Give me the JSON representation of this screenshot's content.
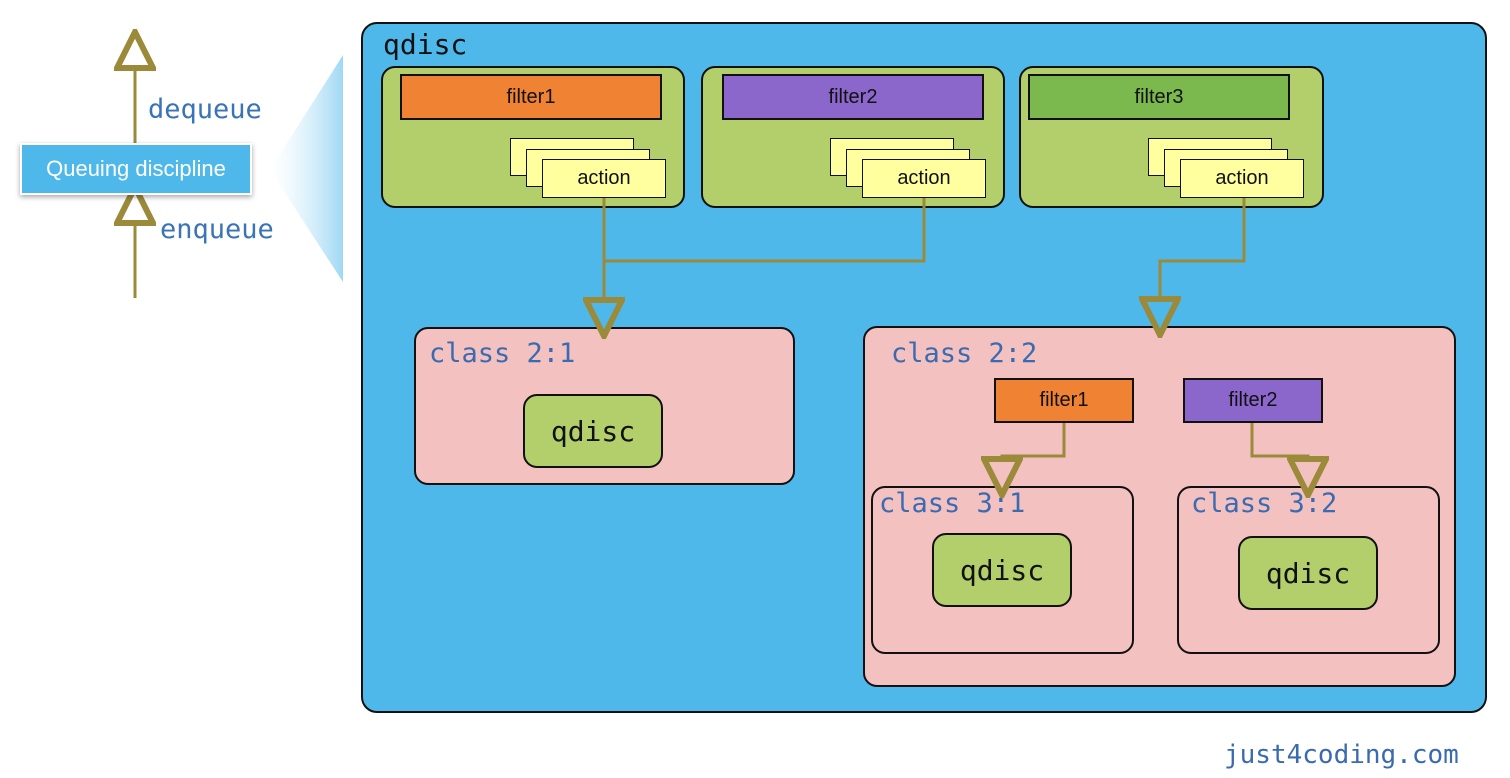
{
  "legend": {
    "box_label": "Queuing discipline",
    "dequeue": "dequeue",
    "enqueue": "enqueue"
  },
  "outer": {
    "title": "qdisc"
  },
  "filters": [
    {
      "label": "filter1",
      "action": "action",
      "color": "#ef8233"
    },
    {
      "label": "filter2",
      "action": "action",
      "color": "#8b66cb"
    },
    {
      "label": "filter3",
      "action": "action",
      "color": "#7bb84e"
    }
  ],
  "classes": {
    "c21": {
      "label": "class 2:1",
      "qdisc": "qdisc"
    },
    "c22": {
      "label": "class 2:2",
      "filter1": "filter1",
      "filter2": "filter2",
      "c31": {
        "label": "class 3:1",
        "qdisc": "qdisc"
      },
      "c32": {
        "label": "class 3:2",
        "qdisc": "qdisc"
      }
    }
  },
  "watermark": "just4coding.com",
  "colors": {
    "qdisc_bg": "#4fb8ea",
    "filter_group_bg": "#b3cf6b",
    "class_bg": "#f4c1c1",
    "action_bg": "#ffff9f",
    "arrow": "#9a8a3a",
    "label_blue": "#3a6ab0"
  }
}
